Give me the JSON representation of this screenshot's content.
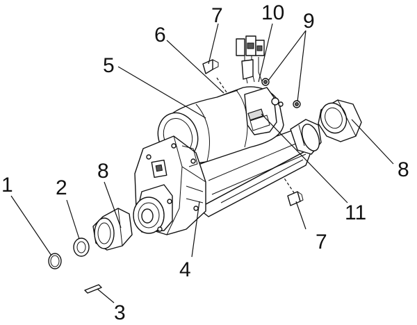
{
  "callouts": {
    "c1": "1",
    "c2": "2",
    "c3": "3",
    "c4": "4",
    "c5": "5",
    "c6": "6",
    "c7_top": "7",
    "c7_bottom": "7",
    "c8_left": "8",
    "c8_right": "8",
    "c9": "9",
    "c10": "10",
    "c11": "11"
  }
}
